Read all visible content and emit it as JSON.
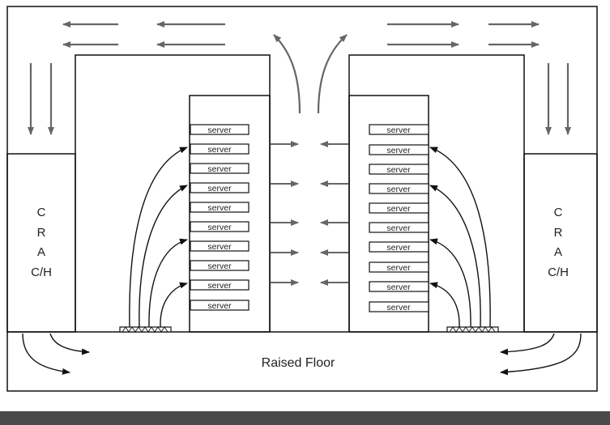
{
  "labels": {
    "raised_floor": "Raised Floor",
    "server": "server",
    "crac_letters": [
      "C",
      "R",
      "A",
      "C/H"
    ]
  },
  "racks": [
    {
      "side": "left",
      "servers": [
        "server",
        "server",
        "server",
        "server",
        "server",
        "server",
        "server",
        "server",
        "server",
        "server"
      ]
    },
    {
      "side": "right",
      "servers": [
        "server",
        "server",
        "server",
        "server",
        "server",
        "server",
        "server",
        "server",
        "server",
        "server"
      ]
    }
  ],
  "colors": {
    "line": "#111111",
    "arrow": "#666666",
    "bar": "#4a4a4a"
  }
}
